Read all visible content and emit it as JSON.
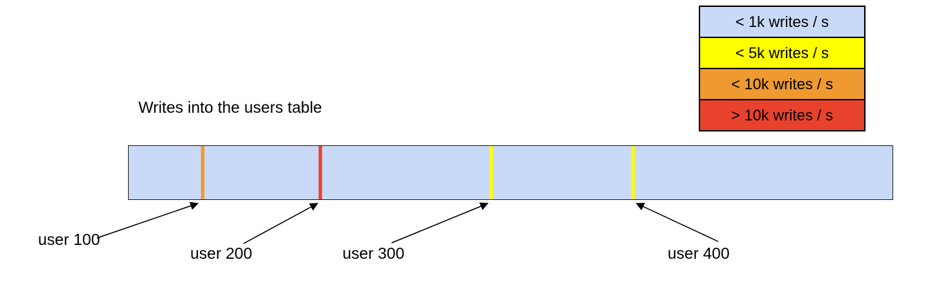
{
  "title": "Writes into the users table",
  "legend": {
    "items": [
      {
        "label": "< 1k writes / s",
        "color": "#c9daf8"
      },
      {
        "label": "< 5k writes / s",
        "color": "#ffff00"
      },
      {
        "label": "< 10k writes / s",
        "color": "#ee9a31"
      },
      {
        "label": "> 10k writes / s",
        "color": "#e8422d"
      }
    ]
  },
  "bar": {
    "fill": "#c9daf8",
    "markers": [
      {
        "label": "user 100",
        "color": "#ee9a31",
        "x_percent": 9.7
      },
      {
        "label": "user 200",
        "color": "#e8422d",
        "x_percent": 25.1
      },
      {
        "label": "user 300",
        "color": "#ffff00",
        "x_percent": 47.5
      },
      {
        "label": "user 400",
        "color": "#ffff00",
        "x_percent": 66.0
      }
    ]
  }
}
